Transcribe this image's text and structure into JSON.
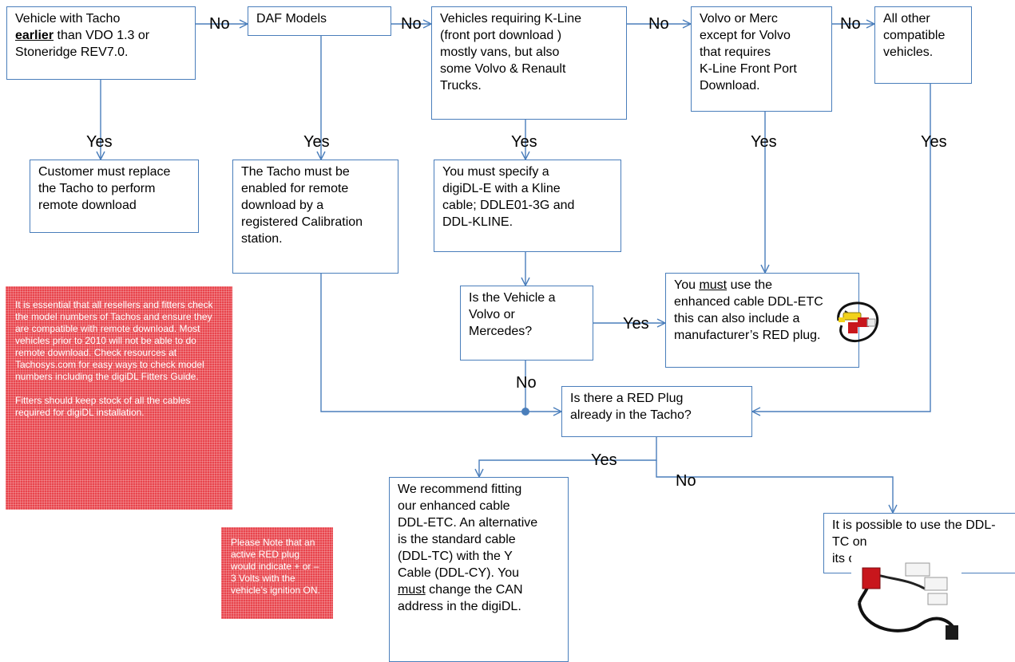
{
  "boxes": {
    "b1": {
      "parts": [
        "Vehicle with Tacho\n",
        "earlier",
        " than VDO 1.3 or\nStoneridge REV7.0."
      ]
    },
    "b2": {
      "text": "DAF Models"
    },
    "b3": {
      "text": "Vehicles  requiring K-Line\n(front port download )\nmostly vans, but also\nsome Volvo & Renault\nTrucks."
    },
    "b4": {
      "text": "Volvo or Merc\nexcept for Volvo\nthat requires\nK-Line Front Port\nDownload."
    },
    "b5": {
      "text": "All other\ncompatible\nvehicles."
    },
    "r1": {
      "text": "Customer must replace\nthe Tacho to perform\nremote download"
    },
    "r2": {
      "text": "The Tacho must be\nenabled for remote\ndownload by a\nregistered Calibration\nstation."
    },
    "r3": {
      "text": "You must specify a\ndigiDL-E with a Kline\ncable; DDLE01-3G and\nDDL-KLINE."
    },
    "q1": {
      "text": "Is the Vehicle a\nVolvo or\nMercedes?"
    },
    "etc": {
      "parts": [
        "You ",
        "must",
        " use the\nenhanced cable DDL-ETC\nthis can also include a\nmanufacturer’s RED plug."
      ]
    },
    "q2": {
      "text": "Is there a RED Plug\nalready in the Tacho?"
    },
    "rec": {
      "parts": [
        "We recommend fitting\nour enhanced cable\nDDL-ETC.  An alternative\nis the standard cable\n(DDL-TC) with the Y\nCable (DDL-CY). You\n",
        "must",
        " change the CAN\naddress in the digiDL."
      ]
    },
    "tc": {
      "text": "It is possible to use the DDL-TC on\nits own."
    }
  },
  "labels": {
    "no1": "No",
    "no2": "No",
    "no3": "No",
    "no4": "No",
    "yes1": "Yes",
    "yes2": "Yes",
    "yes3": "Yes",
    "yes4": "Yes",
    "yes5": "Yes",
    "yes_q1": "Yes",
    "no_q1": "No",
    "yes_q2": "Yes",
    "no_q2": "No"
  },
  "notes": {
    "resellers": "It is essential that all resellers and fitters check the model numbers of Tachos and ensure they are compatible  with remote download. Most vehicles prior to 2010 will not be able to do remote download. Check resources at Tachosys.com for easy ways to check model numbers including the digiDL Fitters Guide.\n\nFitters should keep stock of all the cables required for digiDL installation.",
    "red_plug": "Please Note that an active RED plug would indicate  + or – 3 Volts with the vehicle’s ignition ON."
  },
  "colors": {
    "connector": "#4a7ebb",
    "note_bg": "#e8444c",
    "note_text": "#ffffff"
  }
}
